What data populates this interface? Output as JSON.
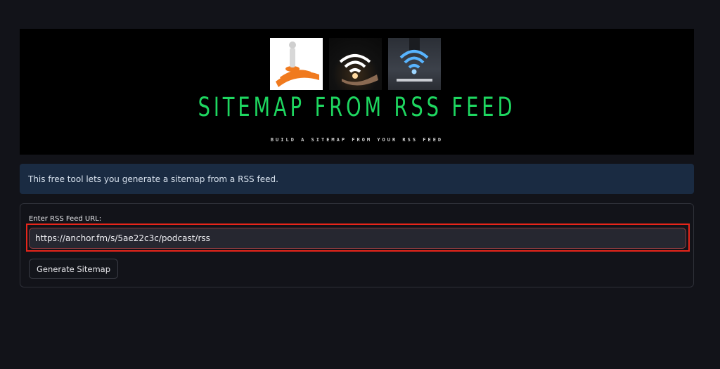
{
  "banner": {
    "title": "SITEMAP FROM RSS FEED",
    "subtitle": "BUILD A SITEMAP FROM YOUR RSS FEED",
    "title_color": "#1ed760",
    "images": [
      {
        "name": "rss-person-image"
      },
      {
        "name": "wifi-hand-image"
      },
      {
        "name": "wifi-tablet-image"
      }
    ]
  },
  "info": {
    "text": "This free tool lets you generate a sitemap from a RSS feed."
  },
  "form": {
    "url_label": "Enter RSS Feed URL:",
    "url_value": "https://anchor.fm/s/5ae22c3c/podcast/rss",
    "generate_label": "Generate Sitemap",
    "highlight_color": "#e8251a"
  }
}
